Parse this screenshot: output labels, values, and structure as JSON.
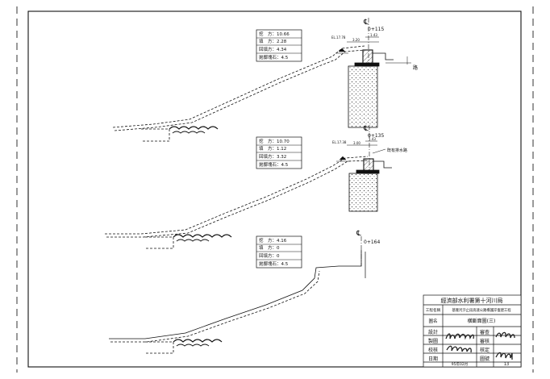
{
  "sections": [
    {
      "station": "0+115",
      "table": [
        {
          "label": "挖　方：",
          "value": "10.66"
        },
        {
          "label": "填　方：",
          "value": "2.28"
        },
        {
          "label": "回填方：",
          "value": "4.34"
        },
        {
          "label": "拋擲塊石：",
          "value": "4.5"
        }
      ],
      "elev_label": "EL.17.78",
      "dims": [
        "3.20",
        "1.43"
      ],
      "side_label": "路"
    },
    {
      "station": "0+135",
      "table": [
        {
          "label": "挖　方：",
          "value": "10.70"
        },
        {
          "label": "填　方：",
          "value": "1.12"
        },
        {
          "label": "回填方：",
          "value": "3.32"
        },
        {
          "label": "拋擲塊石：",
          "value": "4.5"
        }
      ],
      "elev_label": "EL.17.38",
      "dims": [
        "3.00",
        "1.43"
      ],
      "side_label": "既有排水路"
    },
    {
      "station": "0+164",
      "table": [
        {
          "label": "挖　方：",
          "value": "4.16"
        },
        {
          "label": "填　方：",
          "value": "0"
        },
        {
          "label": "回填方：",
          "value": "0"
        },
        {
          "label": "拋擲塊石：",
          "value": "4.5"
        }
      ]
    }
  ],
  "centerline_symbol": "℄",
  "title_block": {
    "agency": "經濟部水利署第十河川局",
    "project_label": "工程名稱",
    "project_name": "基隆河汐止段高速公路橋護岸復建工程",
    "drawing_label": "圖名",
    "drawing_name": "橫斷面圖(三)",
    "rows": [
      {
        "left": "設計",
        "right": "審查"
      },
      {
        "left": "製圖",
        "right": "審核"
      },
      {
        "left": "校核",
        "right": "核定"
      },
      {
        "left": "日期",
        "right": "圖號"
      }
    ],
    "date": "95年02月",
    "sheet_no": "13"
  },
  "colors": {
    "line": "#111111",
    "border_dash": "#333333"
  }
}
